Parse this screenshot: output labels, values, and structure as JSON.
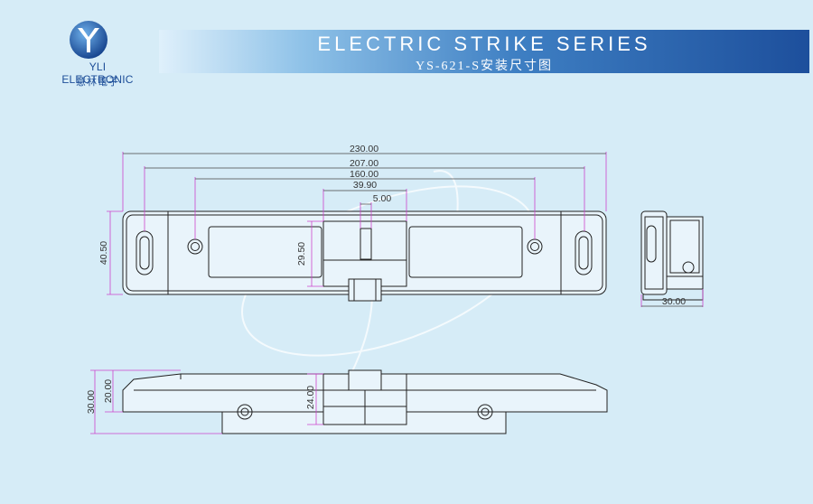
{
  "brand": {
    "name": "YLI ELECTRONIC",
    "name_cn": "意林電子",
    "colors": {
      "logo_blue": "#1e4f99",
      "banner_dark": "#1d4f9c",
      "banner_light": "#dff0fb"
    }
  },
  "banner": {
    "title": "ELECTRIC STRIKE SERIES",
    "subtitle": "YS-621-S安装尺寸图"
  },
  "dimensions": {
    "front_view": {
      "overall_length": "230.00",
      "outer_slot_spacing": "207.00",
      "inner_hole_spacing": "160.00",
      "center_width": "39.90",
      "small_gap": "5.00",
      "height": "40.50",
      "center_height": "29.50"
    },
    "side_view": {
      "depth": "30.00"
    },
    "bottom_view": {
      "total_height": "30.00",
      "plate_height": "20.00",
      "hinge_height": "24.00"
    }
  }
}
